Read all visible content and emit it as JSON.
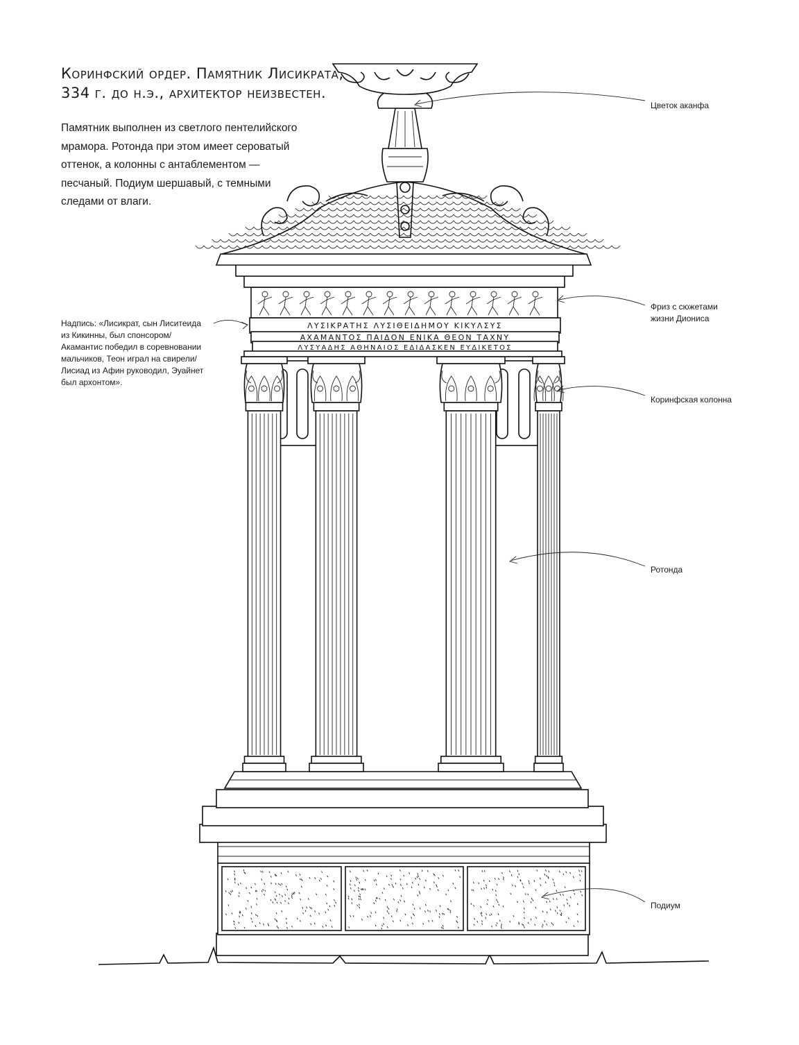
{
  "title_lines": [
    "Коринфский ордер. Памятник Лисикрата,",
    "334 г. до н.э., архитектор неизвестен."
  ],
  "description_lines": [
    "Памятник выполнен из светлого пентелийского",
    "мрамора. Ротонда при этом имеет сероватый",
    "оттенок, а колонны с антаблементом —",
    "песчаный. Подиум шершавый, с темными",
    "следами от влаги."
  ],
  "labels": {
    "acanthus": [
      "Цветок аканфа"
    ],
    "frieze": [
      "Фриз с сюжетами",
      "жизни Диониса"
    ],
    "inscription": [
      "Надпись: «Лисикрат, сын Лиситеида",
      "из Кикинны, был спонсором/",
      "Акамантис победил в соревновании",
      "мальчиков, Теон играл на свирели/",
      "Лисиад из Афин руководил, Эуайнет",
      "был архонтом»."
    ],
    "column": [
      "Коринфская колонна"
    ],
    "rotunda": [
      "Ротонда"
    ],
    "podium": [
      "Подиум"
    ]
  },
  "inscription_text": [
    "ΛΥΣΙΚΡΑΤΗΣ  ΛΥΣΙΘΕΙΔΗΜΟΥ  ΚΙΚΥΛΣΥΣ",
    "ΑΧΑΜΑΝΤΟΣ  ΠΑΙΔΟΝ  ΕΝΙΚΑ  ΘΕΟΝ  ΤΑΧΝΥ",
    "ΛΥΣΥΑΔΗΣ  ΑΘΗΝΑΙΟΣ  ΕΔΙΔΑΣΚΕΝ  ΕΥΔΙΚΕΤΟΣ"
  ]
}
